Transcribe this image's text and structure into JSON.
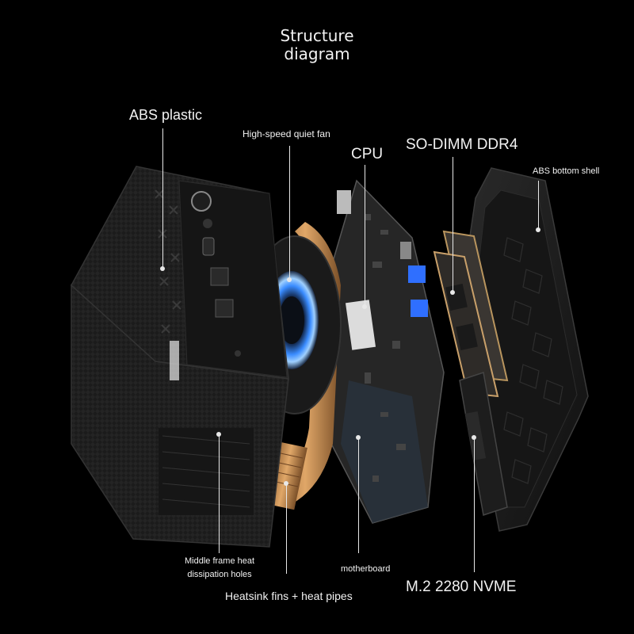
{
  "title": {
    "line1": "Structure",
    "line2": "diagram"
  },
  "labels": {
    "abs_plastic": "ABS plastic",
    "fan": "High-speed quiet fan",
    "cpu": "CPU",
    "ram": "SO-DIMM DDR4",
    "bottom_shell": "ABS bottom shell",
    "middle_frame_line1": "Middle frame heat",
    "middle_frame_line2": "dissipation holes",
    "motherboard": "motherboard",
    "heatsink": "Heatsink fins + heat pipes",
    "ssd": "M.2 2280 NVME"
  },
  "colors": {
    "background": "#000000",
    "case": "#1c1c1c",
    "fan_glow": "#3a8cff",
    "board": "#2b2b2b",
    "copper": "#c88a4c",
    "usb_blue": "#2f6fff"
  }
}
